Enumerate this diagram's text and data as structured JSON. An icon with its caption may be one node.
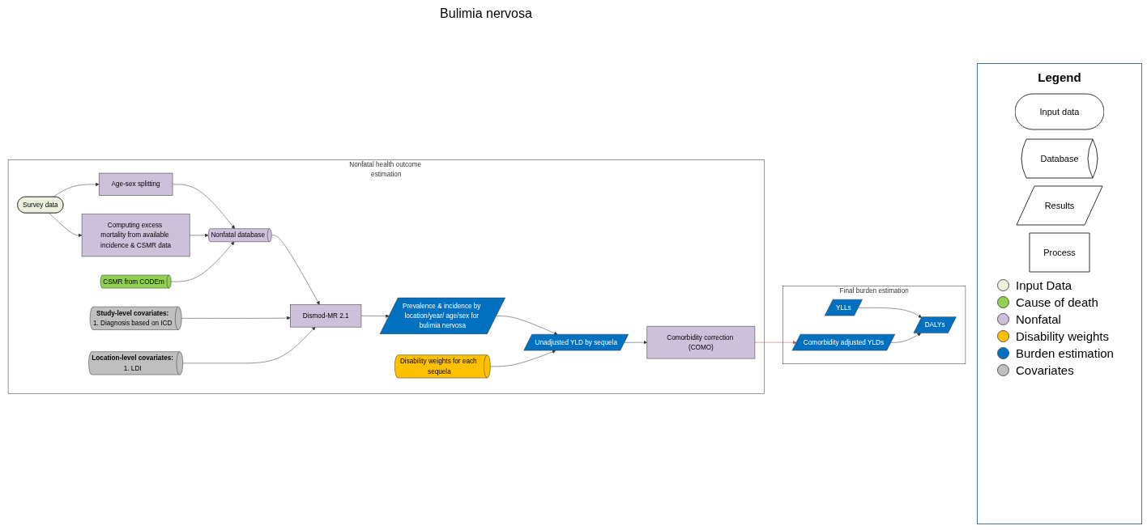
{
  "diagram": {
    "title": "Bulimia nervosa",
    "nodes": [
      {
        "text": [
          "Nonfatal health outcome estimation"
        ]
      },
      {
        "text": [
          "Survey data"
        ],
        "in": 0
      },
      {
        "text": [
          "Age-sex splitting"
        ],
        "in": 0
      },
      {
        "text": [
          "Computing excess mortality from available incidence & CSMR data"
        ],
        "in": 0
      },
      {
        "text": [
          "CSMR from CODEm"
        ],
        "in": 0
      },
      {
        "text": [
          "Nonfatal database"
        ],
        "in": 0
      },
      {
        "text": [
          "Study-level covariates:",
          "1. Diagnosis based on ICD"
        ],
        "in": 0
      },
      {
        "text": [
          "Location-level covariates:",
          "1. LDI"
        ],
        "in": 0
      },
      {
        "text": [
          "Dismod-MR 2.1"
        ],
        "in": 0
      },
      {
        "text": [
          "Prevalence & incidence by location/year/ age/sex for bulimia nervosa"
        ],
        "in": 0
      },
      {
        "text": [
          "Unadjusted YLD by sequela"
        ],
        "in": 0
      },
      {
        "text": [
          "Disability weights for each sequela"
        ],
        "in": 0
      },
      {
        "text": [
          "Comorbidity correction (COMO)"
        ],
        "in": 0
      },
      {
        "text": [
          "Final burden estimation"
        ]
      },
      {
        "text": [
          "YLLs"
        ],
        "in": 13
      },
      {
        "text": [
          "DALYs"
        ],
        "in": 13
      },
      {
        "text": [
          "Comorbidity adjusted YLDs"
        ],
        "in": 13
      }
    ],
    "edges": [
      {
        "from": 1,
        "to": 2,
        "arrow": "to"
      },
      {
        "from": 1,
        "to": 3,
        "arrow": "to"
      },
      {
        "from": 2,
        "to": 5,
        "arrow": "to"
      },
      {
        "from": 3,
        "to": 5,
        "arrow": "to"
      },
      {
        "from": 4,
        "to": 5,
        "arrow": "to"
      },
      {
        "from": 5,
        "to": 8,
        "arrow": "to"
      },
      {
        "from": 6,
        "to": 8,
        "arrow": "to"
      },
      {
        "from": 7,
        "to": 8,
        "arrow": "to"
      },
      {
        "from": 8,
        "to": 9,
        "arrow": "to"
      },
      {
        "from": 9,
        "to": 10,
        "arrow": "to"
      },
      {
        "from": 11,
        "to": 10,
        "arrow": "to"
      },
      {
        "from": 10,
        "to": 12,
        "arrow": "to"
      },
      {
        "from": 12,
        "to": 16,
        "arrow": "to",
        "color": "#c0504d"
      },
      {
        "from": 14,
        "to": 15,
        "arrow": "to"
      },
      {
        "from": 16,
        "to": 15,
        "arrow": "to"
      }
    ],
    "labels": [
      "Legend"
    ],
    "legend": [
      {
        "text": "Input data"
      },
      {
        "text": "Database"
      },
      {
        "text": "Results"
      },
      {
        "text": "Process"
      },
      {
        "text": "Input Data",
        "color": "#ebf1de"
      },
      {
        "text": "Cause of death",
        "color": "#92d050"
      },
      {
        "text": "Nonfatal",
        "color": "#ccc0da"
      },
      {
        "text": "Disability weights",
        "color": "#ffc000"
      },
      {
        "text": "Burden estimation",
        "color": "#0070c0"
      },
      {
        "text": "Covariates",
        "color": "#bfbfbf"
      }
    ]
  }
}
